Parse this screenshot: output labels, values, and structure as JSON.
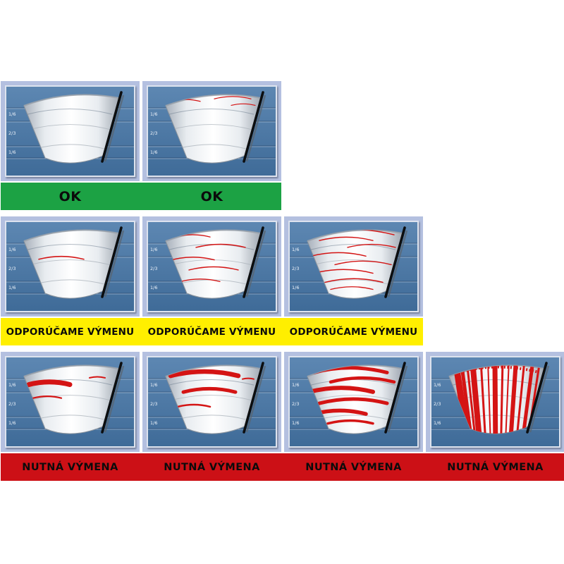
{
  "colors": {
    "ok": "#1ca244",
    "recommend": "#ffef00",
    "required": "#cc1016",
    "streak": "#d41414",
    "panel": "#b4c0e0",
    "screen_top": "#5d87b2",
    "screen_bottom": "#3f6b98"
  },
  "zones": [
    "1/6",
    "2/3",
    "1/6"
  ],
  "rows": [
    {
      "status": "ok",
      "label": "OK",
      "cells": [
        {
          "streaks": []
        },
        {
          "streaks": [
            [
              19,
              32,
              74,
              1.3
            ],
            [
              15,
              94,
              146,
              1.3
            ],
            [
              25,
              118,
              152,
              1.1
            ]
          ]
        }
      ]
    },
    {
      "status": "recommend",
      "label": "ODPORÚČAME VÝMENU",
      "cells": [
        {
          "streaks": [
            [
              50,
              46,
              110,
              1.6
            ]
          ]
        },
        {
          "streaks": [
            [
              19,
              38,
              88,
              1.4
            ],
            [
              33,
              68,
              138,
              1.4
            ],
            [
              51,
              34,
              94,
              1.5
            ],
            [
              65,
              58,
              128,
              1.4
            ],
            [
              82,
              46,
              102,
              1.3
            ]
          ]
        },
        {
          "streaks": [
            [
              13,
              30,
              148,
              1.4
            ],
            [
              23,
              42,
              118,
              1.4
            ],
            [
              33,
              82,
              150,
              1.4
            ],
            [
              45,
              30,
              108,
              1.5
            ],
            [
              57,
              64,
              144,
              1.4
            ],
            [
              69,
              34,
              118,
              1.5
            ],
            [
              82,
              50,
              132,
              1.4
            ],
            [
              93,
              58,
              118,
              1.3
            ]
          ]
        }
      ]
    },
    {
      "status": "required",
      "label": "NUTNÁ VÝMENA",
      "cells": [
        {
          "streaks": [
            [
              36,
              32,
              90,
              7
            ],
            [
              56,
              38,
              78,
              2.2
            ],
            [
              28,
              118,
              140,
              2
            ]
          ]
        },
        {
          "streaks": [
            [
              22,
              32,
              128,
              6.5
            ],
            [
              46,
              50,
              124,
              5
            ],
            [
              68,
              42,
              88,
              2.5
            ],
            [
              30,
              134,
              150,
              2
            ]
          ]
        },
        {
          "streaks": [
            [
              17,
              34,
              138,
              5
            ],
            [
              31,
              58,
              148,
              4.5
            ],
            [
              45,
              28,
              118,
              6
            ],
            [
              61,
              42,
              138,
              5
            ],
            [
              77,
              34,
              108,
              5.5
            ],
            [
              91,
              54,
              118,
              3.5
            ]
          ]
        },
        {
          "streaks": [],
          "top_chatter": true,
          "vertical": [
            [
              34,
              9
            ],
            [
              42,
              5
            ],
            [
              50,
              3
            ],
            [
              58,
              8
            ],
            [
              70,
              3
            ],
            [
              80,
              2
            ],
            [
              90,
              7
            ],
            [
              101,
              3
            ],
            [
              110,
              2
            ],
            [
              120,
              6
            ],
            [
              132,
              3
            ],
            [
              144,
              5
            ],
            [
              154,
              3
            ]
          ]
        }
      ]
    }
  ]
}
